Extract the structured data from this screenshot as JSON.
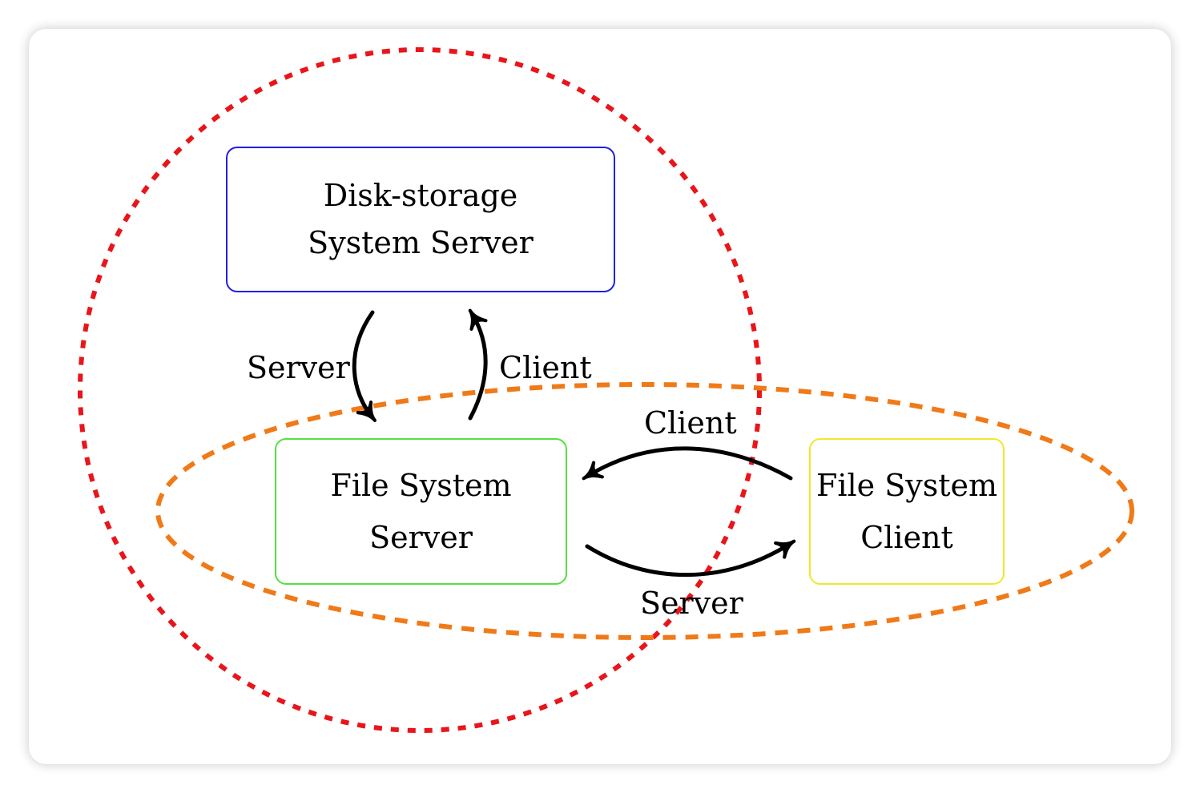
{
  "nodes": {
    "disk_storage_server": {
      "line1": "Disk-storage",
      "line2": "System Server",
      "border_color": "#2020e0"
    },
    "file_system_server": {
      "line1": "File System",
      "line2": "Server",
      "border_color": "#55e040"
    },
    "file_system_client": {
      "line1": "File System",
      "line2": "Client",
      "border_color": "#f0e82a"
    }
  },
  "edges": {
    "disk_to_fss": {
      "label": "Server"
    },
    "fss_to_disk": {
      "label": "Client"
    },
    "fsc_to_fss": {
      "label": "Client"
    },
    "fss_to_fsc": {
      "label": "Server"
    }
  },
  "groups": {
    "disk_group_color": "#e8151b",
    "fs_group_color": "#f07a18"
  },
  "arrow_color": "#000000"
}
